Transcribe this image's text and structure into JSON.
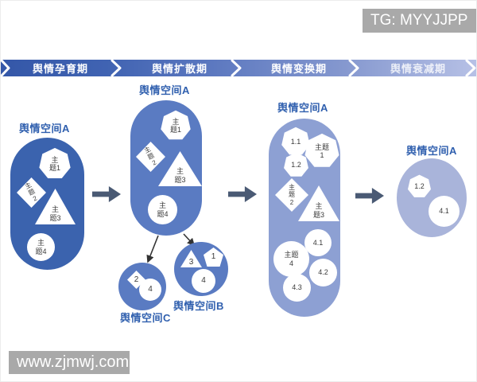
{
  "badges": {
    "tg": "TG: MYYJJPP",
    "site": "www.zjmwj.com"
  },
  "timeline": {
    "phases": [
      {
        "label": "舆情孕育期"
      },
      {
        "label": "舆情扩散期"
      },
      {
        "label": "舆情变换期"
      },
      {
        "label": "舆情衰减期"
      }
    ]
  },
  "stages": [
    {
      "space": {
        "label": "舆情空间A",
        "shapes": [
          {
            "type": "heptagon",
            "label": "主\n题1"
          },
          {
            "type": "diamond",
            "label": "主\n题\n2"
          },
          {
            "type": "triangle",
            "label": "主\n题3"
          },
          {
            "type": "circle",
            "label": "主\n题4"
          }
        ]
      }
    },
    {
      "space": {
        "label": "舆情空间A",
        "shapes": [
          {
            "type": "heptagon",
            "label": "主\n题1"
          },
          {
            "type": "diamond",
            "label": "主\n题\n2"
          },
          {
            "type": "triangle",
            "label": "主\n题3"
          },
          {
            "type": "circle",
            "label": "主\n题4"
          }
        ]
      },
      "children": [
        {
          "label": "舆情空间C",
          "shapes": [
            {
              "type": "diamond",
              "label": "2"
            },
            {
              "type": "circle",
              "label": "4"
            }
          ]
        },
        {
          "label": "舆情空间B",
          "shapes": [
            {
              "type": "triangle",
              "label": "3"
            },
            {
              "type": "pentagon",
              "label": "1"
            },
            {
              "type": "circle",
              "label": "4"
            }
          ]
        }
      ]
    },
    {
      "space": {
        "label": "舆情空间A",
        "shapes": [
          {
            "type": "heptagon",
            "label": "1.1"
          },
          {
            "type": "heptagon",
            "label": "主题\n1"
          },
          {
            "type": "heptagon",
            "label": "1.2"
          },
          {
            "type": "diamond",
            "label": "主\n题\n2"
          },
          {
            "type": "triangle",
            "label": "主\n题3"
          },
          {
            "type": "circle",
            "label": "4.1"
          },
          {
            "type": "circle",
            "label": "主题\n4"
          },
          {
            "type": "circle",
            "label": "4.2"
          },
          {
            "type": "circle",
            "label": "4.3"
          }
        ]
      }
    },
    {
      "space": {
        "label": "舆情空间A",
        "shapes": [
          {
            "type": "heptagon",
            "label": "1.2"
          },
          {
            "type": "circle",
            "label": "4.1"
          }
        ]
      }
    }
  ],
  "colors": {
    "stage1_fill": "#3b63ae",
    "stage2_fill": "#5a7bc2",
    "stage3_fill": "#8da0d3",
    "stage4_fill": "#a9b4da",
    "label_text": "#2f5fae",
    "stage_arrow": "#4a5a74",
    "split_arrow": "#333333",
    "banner_start": "#3457a8",
    "banner_end": "#b7c1e6",
    "badge_bg": "#a9a9a9"
  }
}
